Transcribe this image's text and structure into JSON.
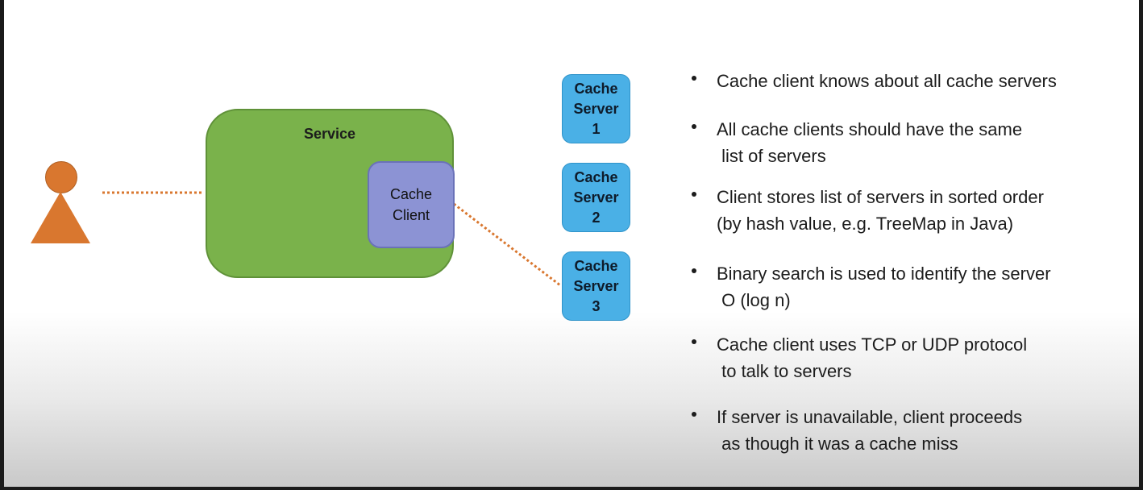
{
  "diagram": {
    "service_label": "Service",
    "client_label": "Cache\nClient",
    "servers": [
      {
        "label": "Cache\nServer\n1"
      },
      {
        "label": "Cache\nServer\n2"
      },
      {
        "label": "Cache\nServer\n3"
      }
    ],
    "colors": {
      "person": "#d9772f",
      "service": "#7ab24b",
      "client": "#8c93d4",
      "server": "#4ab0e6",
      "connector": "#d9772f"
    }
  },
  "bullets": [
    {
      "text": "Cache client knows about all cache servers"
    },
    {
      "text": "All cache clients should have the same\n list of servers"
    },
    {
      "text": "Client stores list of servers in sorted order\n(by hash value, e.g. TreeMap in Java)"
    },
    {
      "text": "Binary search is used to identify the server\n O (log n)"
    },
    {
      "text": "Cache client uses TCP or UDP protocol\n to talk to servers"
    },
    {
      "text": "If server is unavailable, client proceeds\n as though it was a cache miss"
    }
  ]
}
